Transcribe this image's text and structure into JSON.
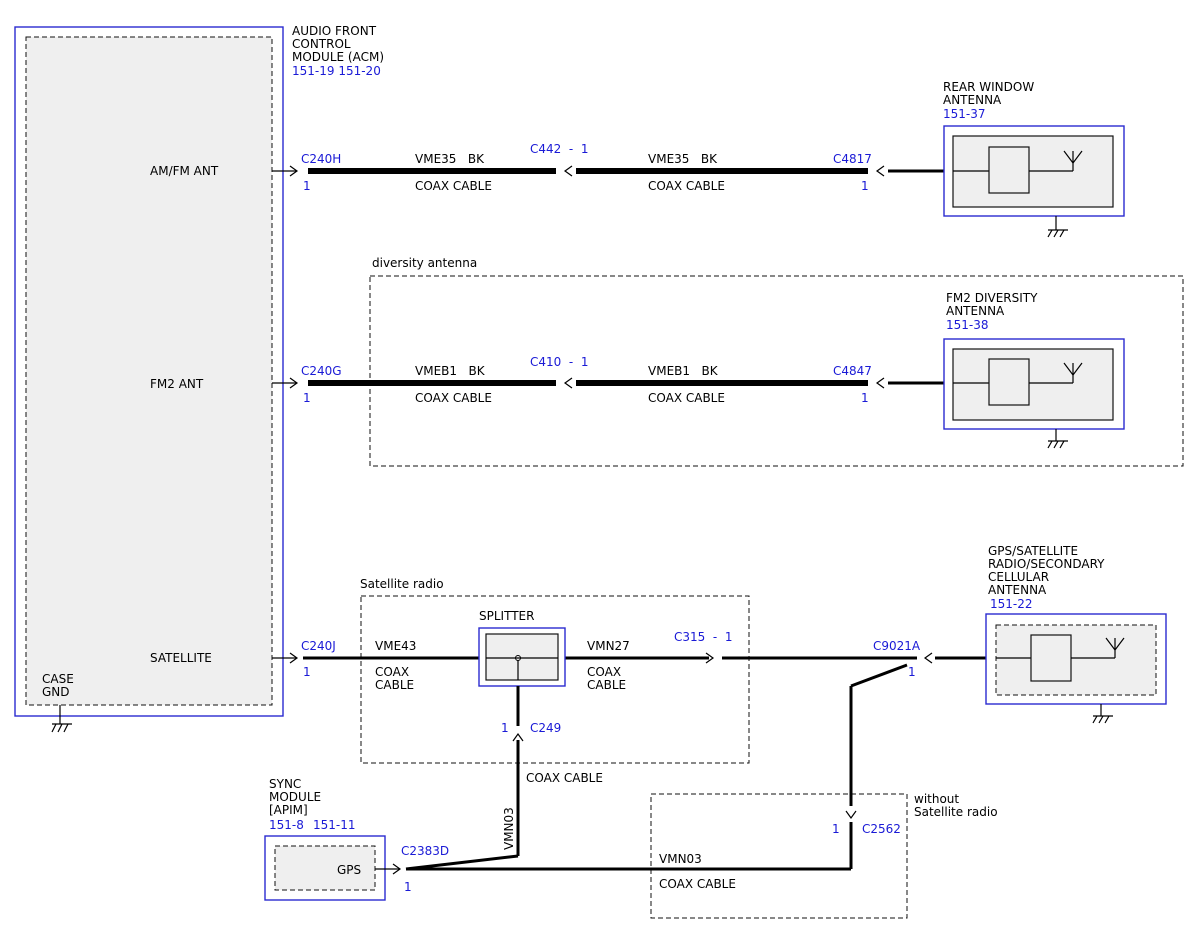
{
  "acm": {
    "name_lines": [
      "AUDIO FRONT",
      "CONTROL",
      "MODULE (ACM)"
    ],
    "refs": "151-19  151-20",
    "pin_am": "AM/FM ANT",
    "pin_fm2": "FM2 ANT",
    "pin_sat": "SATELLITE",
    "case_lines": [
      "CASE",
      "GND"
    ]
  },
  "am_circuit": {
    "conn_acm": "C240H",
    "conn_acm_pin": "1",
    "wire_left": "VME35   BK",
    "cable_left": "COAX CABLE",
    "inline": "C442  -  1",
    "wire_right": "VME35   BK",
    "cable_right": "COAX CABLE",
    "conn_ant": "C4817",
    "conn_ant_pin": "1"
  },
  "rear_antenna": {
    "name_lines": [
      "REAR WINDOW",
      "ANTENNA"
    ],
    "ref": "151-37"
  },
  "diversity": {
    "group_label": "diversity antenna",
    "conn_acm": "C240G",
    "conn_acm_pin": "1",
    "wire_left": "VMEB1   BK",
    "cable_left": "COAX CABLE",
    "inline": "C410  -  1",
    "wire_right": "VMEB1   BK",
    "cable_right": "COAX CABLE",
    "conn_ant": "C4847",
    "conn_ant_pin": "1",
    "antenna_name_lines": [
      "FM2 DIVERSITY",
      "ANTENNA"
    ],
    "antenna_ref": "151-38"
  },
  "satellite": {
    "group_label": "Satellite radio",
    "conn_acm": "C240J",
    "conn_acm_pin": "1",
    "wire_left": "VME43",
    "cable_left_lines": [
      "COAX",
      "CABLE"
    ],
    "splitter_label": "SPLITTER",
    "wire_right": "VMN27",
    "cable_right_lines": [
      "COAX",
      "CABLE"
    ],
    "inline": "C315  -  1",
    "conn_ant": "C9021A",
    "conn_ant_pin": "1",
    "antenna_name_lines": [
      "GPS/SATELLITE",
      "RADIO/SECONDARY",
      "CELLULAR",
      "ANTENNA"
    ],
    "antenna_ref": "151-22",
    "splitter_conn": "C249",
    "splitter_conn_pin": "1",
    "splitter_cable": "COAX CABLE",
    "vertical_wire": "VMN03"
  },
  "sync": {
    "name_lines": [
      "SYNC",
      "MODULE",
      "[APIM]"
    ],
    "refs_a": "151-8",
    "refs_b": "151-11",
    "pin_label": "GPS",
    "conn": "C2383D",
    "conn_pin": "1"
  },
  "without_sat": {
    "label_lines": [
      "without",
      "Satellite radio"
    ],
    "conn": "C2562",
    "conn_pin": "1",
    "wire": "VMN03",
    "cable": "COAX CABLE"
  },
  "colors": {
    "ref_blue": "#1a1ad6",
    "module_border": "#2a2ad0",
    "module_fill": "#efefef"
  }
}
